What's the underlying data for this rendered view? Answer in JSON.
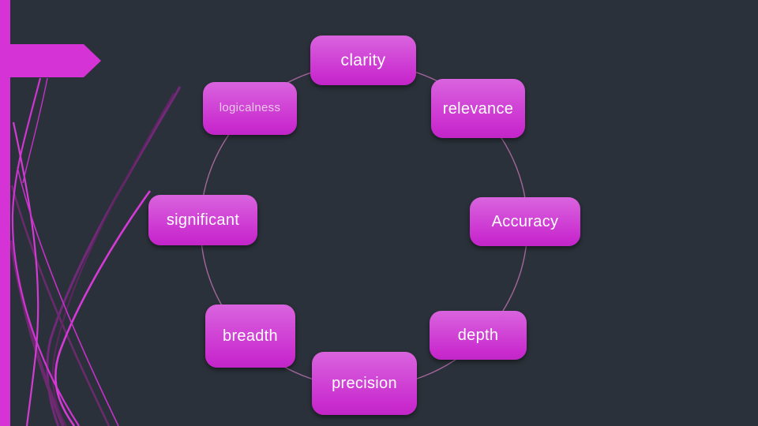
{
  "slide": {
    "background_color": "#2b313a",
    "accent_color": "#d633d6",
    "node_gradient_top": "#d964de",
    "node_gradient_bottom": "#c226c7",
    "node_text_color": "#ffffff",
    "connector_color": "#b06da8",
    "dark_swoosh_color": "#73297a"
  },
  "diagram": {
    "type": "cycle",
    "nodes": [
      {
        "label": "clarity"
      },
      {
        "label": "logicalness"
      },
      {
        "label": "relevance"
      },
      {
        "label": "significant"
      },
      {
        "label": "Accuracy"
      },
      {
        "label": "breadth"
      },
      {
        "label": "depth"
      },
      {
        "label": "precision"
      }
    ]
  }
}
